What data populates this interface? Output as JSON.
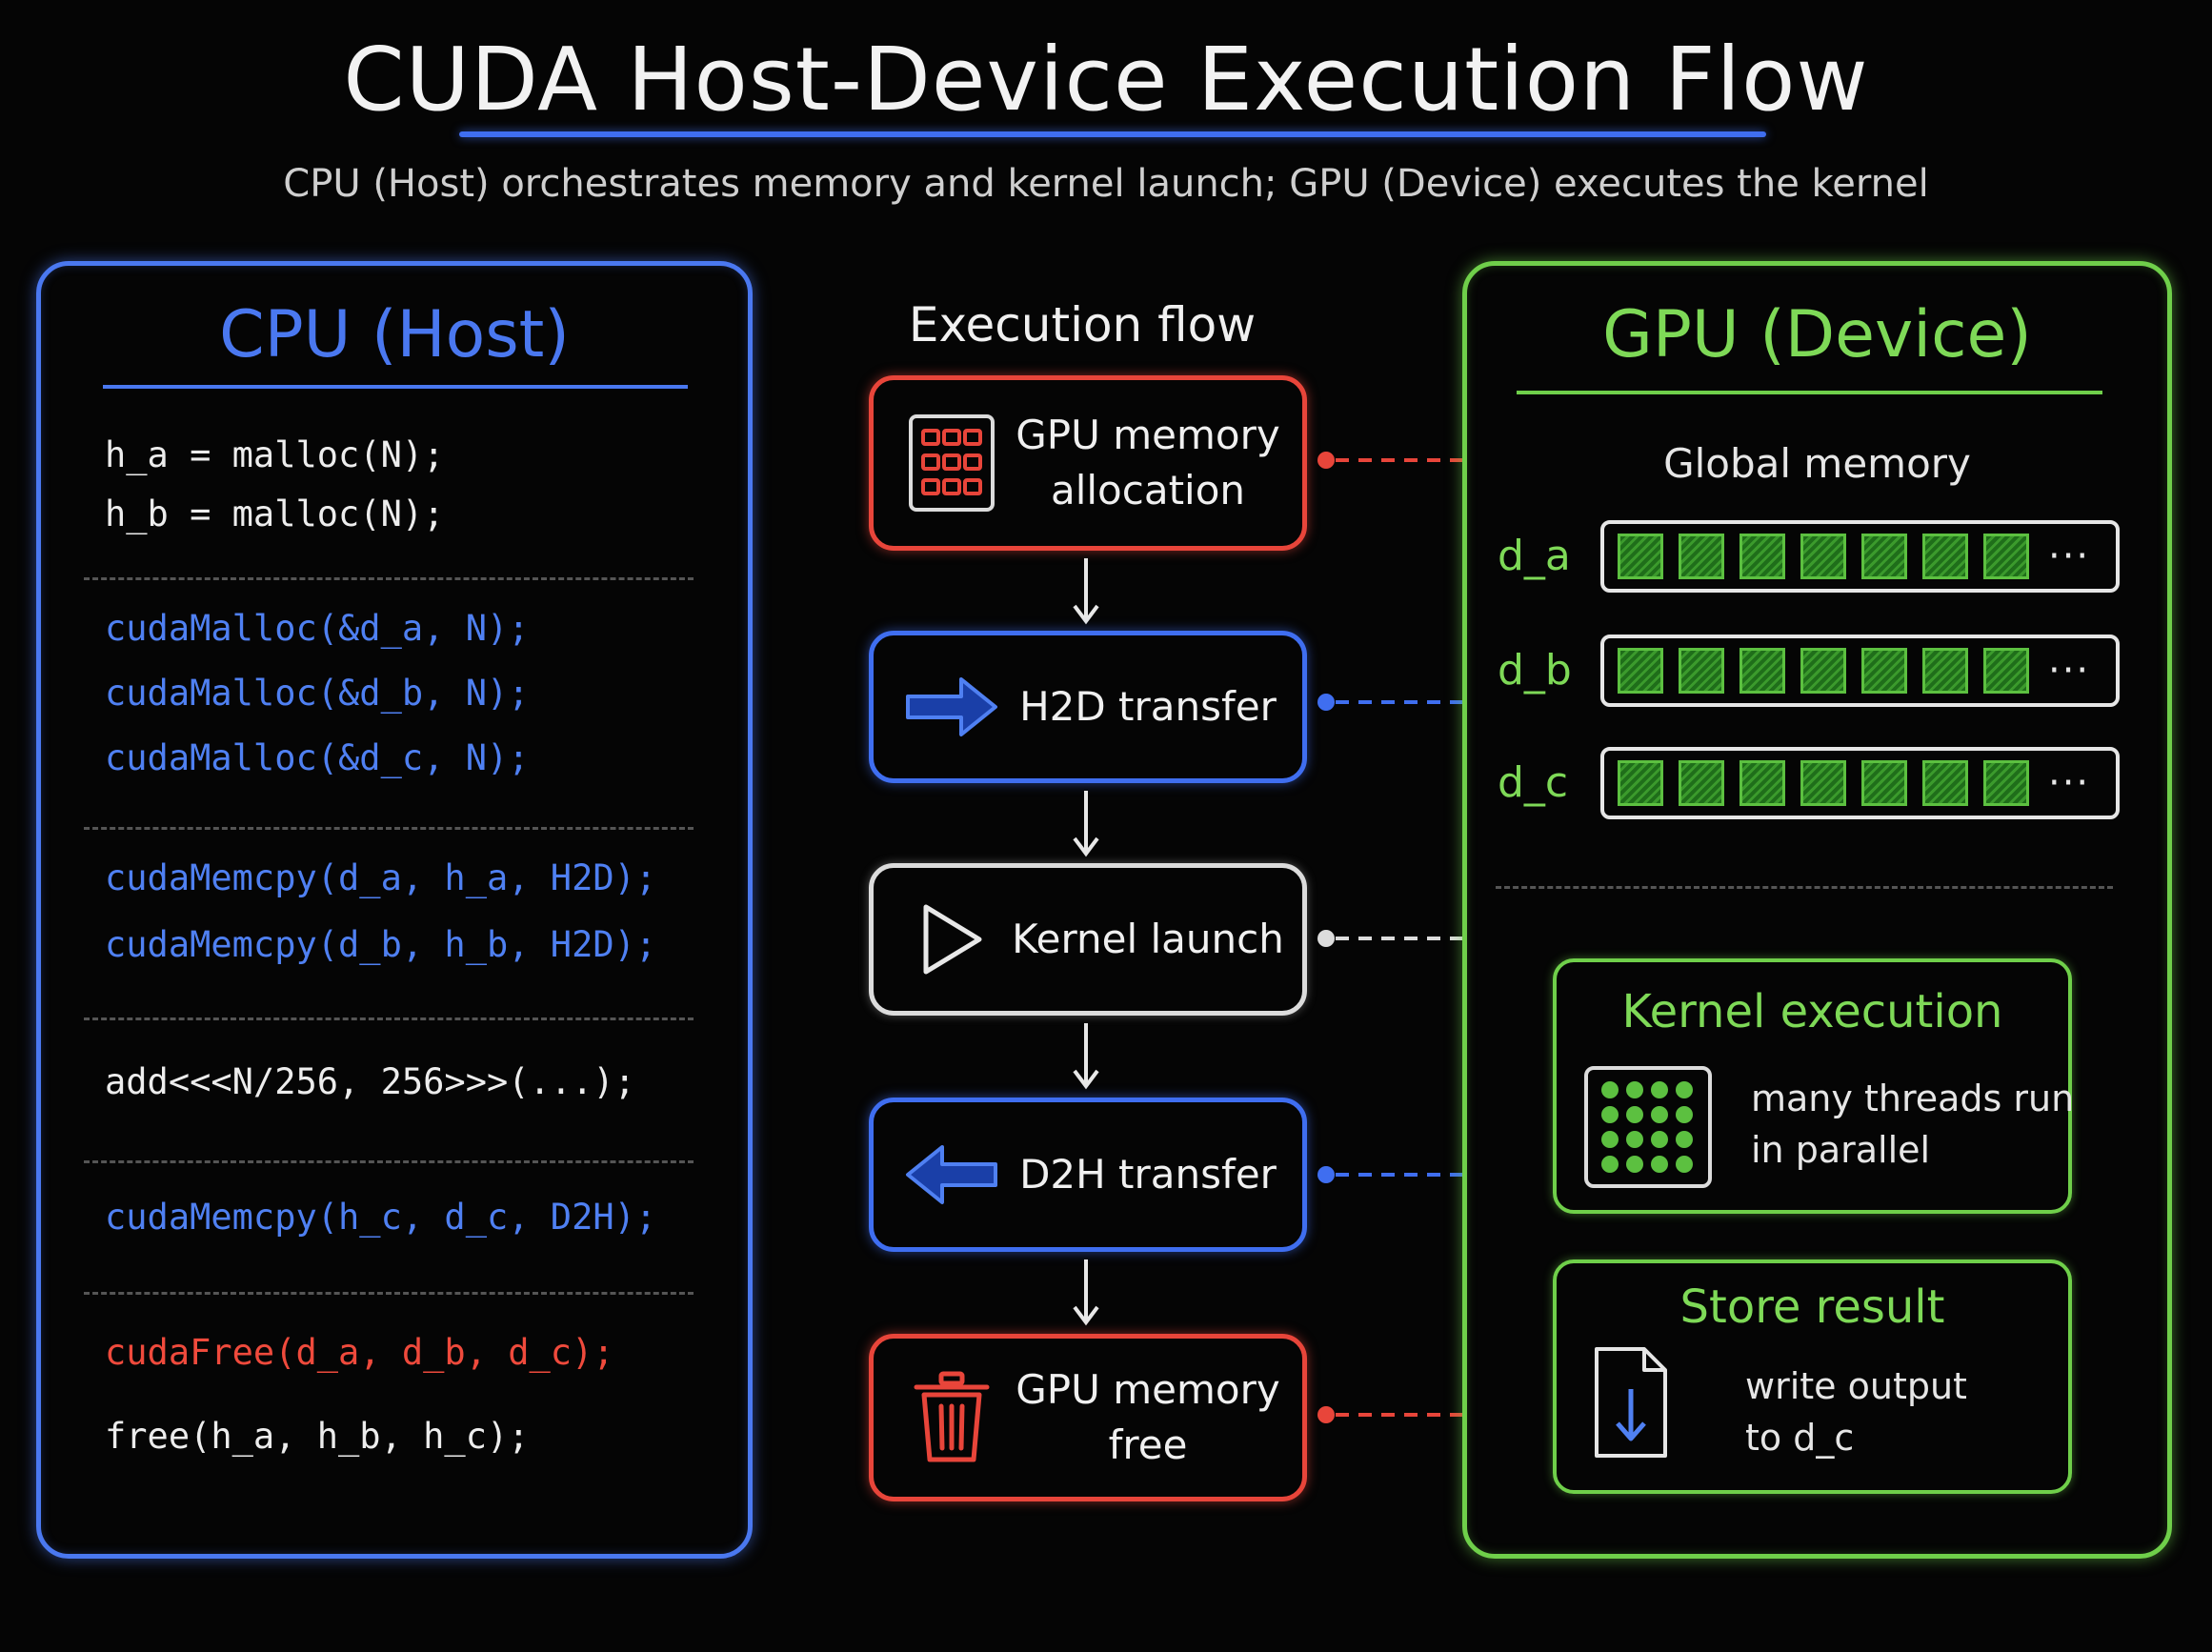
{
  "title": "CUDA Host-Device Execution Flow",
  "subtitle": "CPU (Host) orchestrates memory and kernel launch; GPU (Device) executes the kernel",
  "cpu": {
    "title": "CPU (Host)",
    "code": {
      "host_alloc": [
        "h_a = malloc(N);",
        "h_b = malloc(N);"
      ],
      "device_alloc": [
        "cudaMalloc(&d_a, N);",
        "cudaMalloc(&d_b, N);",
        "cudaMalloc(&d_c, N);"
      ],
      "h2d_copy": [
        "cudaMemcpy(d_a, h_a, H2D);",
        "cudaMemcpy(d_b, h_b, H2D);"
      ],
      "launch": "add<<<N/256, 256>>>(...);",
      "d2h_copy": "cudaMemcpy(h_c, d_c, D2H);",
      "device_free": "cudaFree(d_a, d_b, d_c);",
      "host_free": "free(h_a, h_b, h_c);"
    }
  },
  "flow": {
    "label": "Execution flow",
    "steps": [
      {
        "text": "GPU memory allocation",
        "line1": "GPU memory",
        "line2": "allocation",
        "color": "#e8453a",
        "icon": "memory-chip-icon"
      },
      {
        "text": "H2D transfer",
        "color": "#3f6ef0",
        "icon": "arrow-right-icon"
      },
      {
        "text": "Kernel launch",
        "color": "#dcdcdc",
        "icon": "play-icon"
      },
      {
        "text": "D2H transfer",
        "color": "#3f6ef0",
        "icon": "arrow-left-icon"
      },
      {
        "text": "GPU memory free",
        "line1": "GPU memory",
        "line2": "free",
        "color": "#e8453a",
        "icon": "trash-icon"
      }
    ]
  },
  "gpu": {
    "title": "GPU (Device)",
    "global_memory": {
      "label": "Global memory",
      "arrays": [
        "d_a",
        "d_b",
        "d_c"
      ],
      "ellipsis": "···"
    },
    "kernel": {
      "title": "Kernel execution",
      "line1": "many threads run",
      "line2": "in parallel",
      "icon": "thread-grid-icon"
    },
    "store": {
      "title": "Store result",
      "line1": "write output",
      "line2": "to d_c",
      "icon": "file-download-icon"
    }
  },
  "colors": {
    "cpu_blue": "#4a78f0",
    "gpu_green": "#6fcf4a",
    "alloc_red": "#e8453a",
    "background": "#050505"
  }
}
